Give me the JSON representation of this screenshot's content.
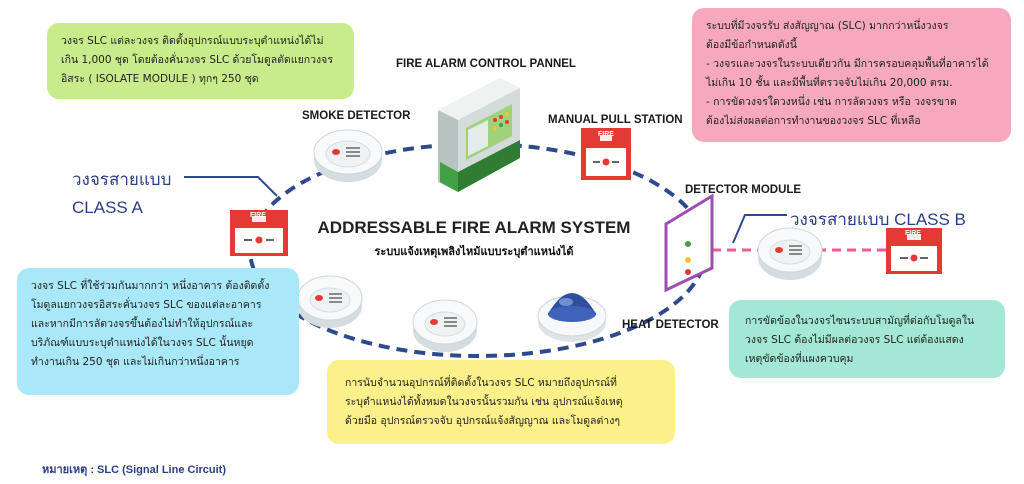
{
  "system": {
    "title": "ADDRESSABLE FIRE ALARM SYSTEM",
    "subtitle": "ระบบแจ้งเหตุเพลิงไหม้แบบระบุตำแหน่งได้"
  },
  "labels": {
    "control_panel": "FIRE ALARM CONTROL PANNEL",
    "smoke_detector": "SMOKE DETECTOR",
    "manual_pull_station": "MANUAL PULL STATION",
    "detector_module": "DETECTOR MODULE",
    "heat_detector": "HEAT DETECTOR",
    "class_a_line1": "วงจรสายแบบ",
    "class_a_line2": "CLASS A",
    "class_b": "วงจรสายแบบ CLASS B",
    "fire_sign": "FIRE"
  },
  "notes": {
    "green": "วงจร SLC แต่ละวงจร ติดตั้งอุปกรณ์แบบระบุตำแหน่งได้ไม่\nเกิน 1,000 ชุด โดยต้องคั่นวงจร SLC ด้วยโมดูลตัดแยกวงจร\nอิสระ ( ISOLATE MODULE ) ทุกๆ 250 ชุด",
    "pink": "ระบบที่มีวงจรรับ ส่งสัญญาณ (SLC) มากกว่าหนึ่งวงจร\nต้องมีข้อกำหนดดังนี้\n-  วงจรและวงจรในระบบเดียวกัน มีการครอบคลุมพื้นที่อาคารได้\nไม่เกิน 10 ชั้น และมีพื้นที่ตรวจจับไม่เกิน 20,000 ตรม.\n-  การขัดวงจรใดวงหนึ่ง เช่น การลัดวงจร หรือ วงจรขาด\nต้องไม่ส่งผลต่อการทำงานของวงจร SLC ที่เหลือ",
    "blue": "วงจร SLC ที่ใช้ร่วมกันมากกว่า หนึ่งอาคาร ต้องติดตั้ง\nโมดูลแยกวงจรอิสระคั่นวงจร SLC ของแต่ละอาคาร\nและหากมีการลัดวงจรขึ้นต้องไม่ทำให้อุปกรณ์และ\nบริภัณฑ์แบบระบุตำแหน่งได้ในวงจร SLC นั้นหยุด\nทำงานเกิน 250 ชุด และไม่เกินกว่าหนึ่งอาคาร",
    "yellow": "การนับจำนวนอุปกรณ์ที่ติดตั้งในวงจร SLC หมายถึงอุปกรณ์ที่\nระบุตำแหน่งได้ทั้งหมดในวงจรนั้นรวมกัน เช่น อุปกรณ์แจ้งเหตุ\nด้วยมือ อุปกรณ์ตรวจจับ อุปกรณ์แจ้งสัญญาณ และโมดูลต่างๆ",
    "teal": "การขัดข้องในวงจรไซนระบบสามัญที่ต่อกับโมดูลใน\nวงจร SLC ต้องไม่มีผลต่อวงจร SLC แต่ต้องแสดง\nเหตุขัดข้องที่แผงควบคุม"
  },
  "footnote": "หมายเหตุ : SLC (Signal Line Circuit)",
  "colors": {
    "loop": "#2f4a8c",
    "class_b_line": "#ee5a95",
    "sign_red": "#e53935",
    "panel_green": "#43a047",
    "module_purple": "#9c4fb0"
  }
}
